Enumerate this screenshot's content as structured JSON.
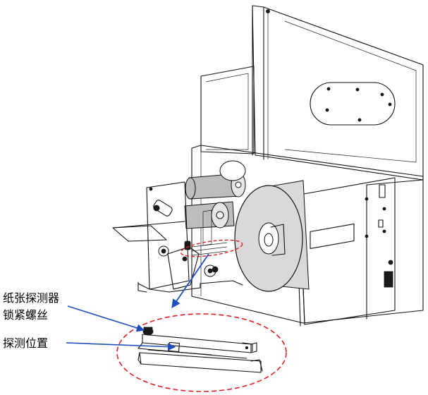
{
  "callouts": {
    "sensor_label": "纸张探测器",
    "screw_label": "锁紧螺丝",
    "position_label": "探测位置"
  },
  "colors": {
    "line": "#111111",
    "media_roll": "#d9d9d9",
    "ribbon_roll": "#bdbdbd",
    "arrow": "#1f4fbf",
    "highlight_ellipse": "#e02020"
  },
  "icons": [
    "arrow-icon"
  ]
}
